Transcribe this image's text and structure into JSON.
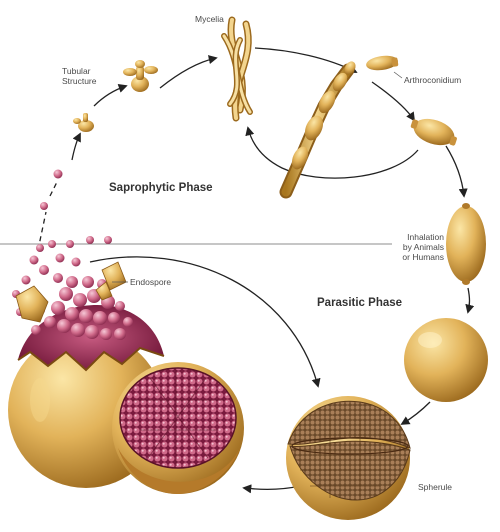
{
  "labels": {
    "mycelia": "Mycelia",
    "tubular_line1": "Tubular",
    "tubular_line2": "Structure",
    "arthroconidium": "Arthroconidium",
    "saprophytic_phase": "Saprophytic Phase",
    "inhalation_line1": "Inhalation",
    "inhalation_line2": "by Animals",
    "inhalation_line3": "or Humans",
    "endospore": "Endospore",
    "parasitic_phase": "Parasitic Phase",
    "spherule": "Spherule"
  },
  "colors": {
    "spore_tan": "#d9a84a",
    "spore_shadow": "#9c6a1e",
    "endospore_pink": "#c85a7c",
    "endospore_dark": "#7a1a3e",
    "arrow": "#222222",
    "divider": "#555555"
  }
}
